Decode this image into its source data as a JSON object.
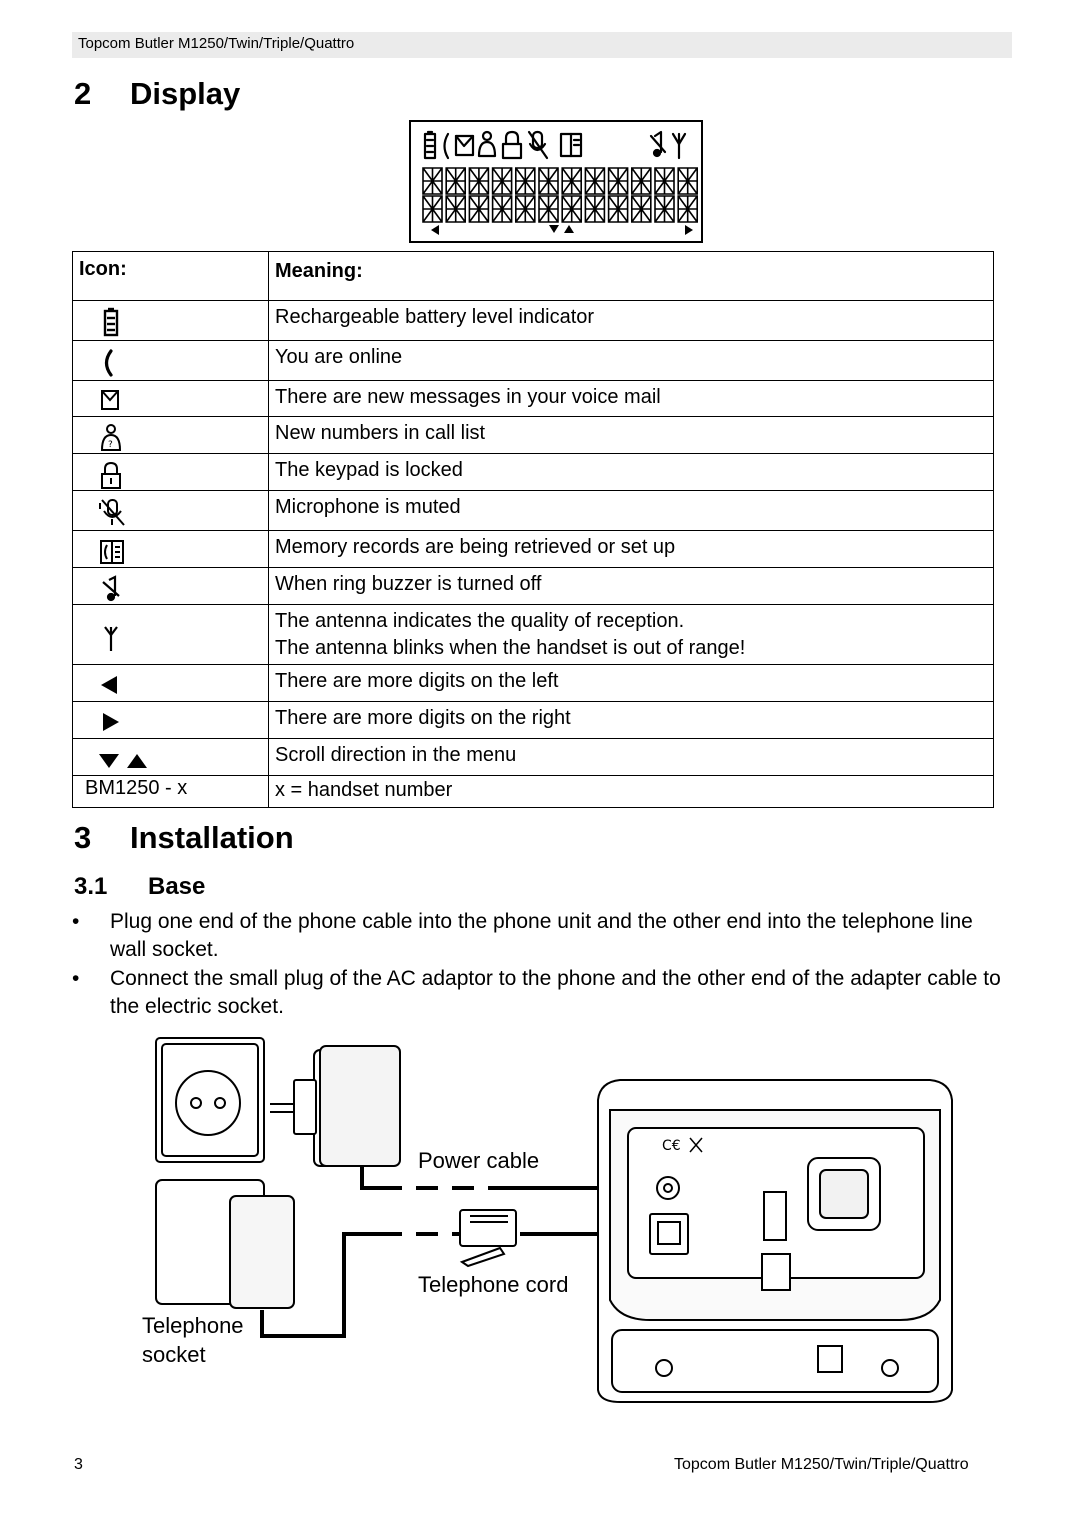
{
  "header": {
    "running_title": "Topcom Butler M1250/Twin/Triple/Quattro"
  },
  "section_display": {
    "number": "2",
    "title": "Display"
  },
  "icon_table": {
    "col_icon": "Icon:",
    "col_meaning": "Meaning:",
    "rows": [
      {
        "icon": "battery-icon",
        "meaning": "Rechargeable battery level indicator"
      },
      {
        "icon": "handset-icon",
        "meaning": "You are online"
      },
      {
        "icon": "voicemail-icon",
        "meaning": "There are new messages in your voice mail"
      },
      {
        "icon": "new-calls-icon",
        "meaning": "New numbers in call list"
      },
      {
        "icon": "lock-icon",
        "meaning": "The keypad is locked"
      },
      {
        "icon": "mic-muted-icon",
        "meaning": "Microphone is muted"
      },
      {
        "icon": "phonebook-icon",
        "meaning": "Memory records are being retrieved or set up"
      },
      {
        "icon": "ringer-off-icon",
        "meaning": "When ring buzzer is turned off"
      },
      {
        "icon": "antenna-icon",
        "meaning": "The antenna indicates the quality of reception.",
        "meaning2": "The antenna blinks when the handset is out of range!"
      },
      {
        "icon": "arrow-left-icon",
        "meaning": "There are more digits on the left"
      },
      {
        "icon": "arrow-right-icon",
        "meaning": "There are more digits on the right"
      },
      {
        "icon": "scroll-arrows-icon",
        "meaning": "Scroll direction in the menu"
      },
      {
        "icon_text": "BM1250 - x",
        "meaning": "x = handset number"
      }
    ]
  },
  "section_installation": {
    "number": "3",
    "title": "Installation"
  },
  "subsection_base": {
    "number": "3.1",
    "title": "Base"
  },
  "bullets": [
    {
      "mark": "•",
      "text": "Plug one end of the phone cable into the phone unit and the other end into the telephone line wall socket."
    },
    {
      "mark": "•",
      "text": "Connect the small plug of the AC adaptor to the phone and the other end of the adapter cable to the electric socket."
    }
  ],
  "figure": {
    "power_cable_label": "Power cable",
    "telephone_cord_label": "Telephone cord",
    "telephone_socket_label_1": "Telephone",
    "telephone_socket_label_2": "socket"
  },
  "footer": {
    "page_number": "3",
    "running_title": "Topcom Butler M1250/Twin/Triple/Quattro"
  }
}
